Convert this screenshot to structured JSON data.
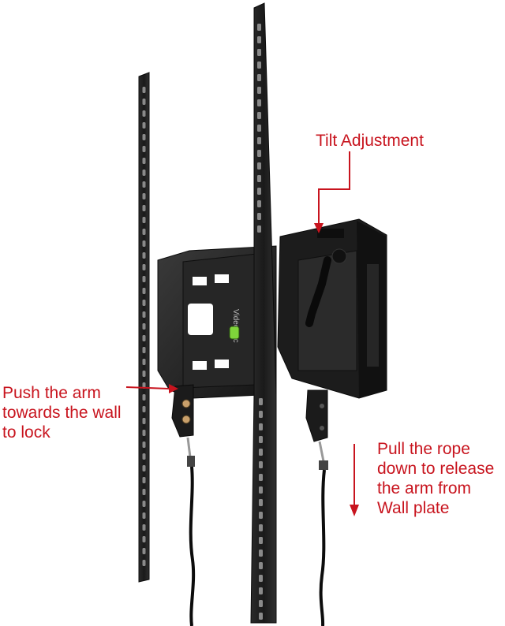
{
  "annotations": {
    "tilt": {
      "lines": [
        "Tilt Adjustment"
      ]
    },
    "push": {
      "lines": [
        "Push the arm",
        "towards the wall",
        "to lock"
      ]
    },
    "pull": {
      "lines": [
        "Pull the rope",
        "down to release",
        "the arm from",
        "Wall plate"
      ]
    }
  },
  "product": {
    "brand_text": "VideoSec"
  },
  "colors": {
    "annotation": "#c8141e",
    "metal": "#1e1e1e",
    "metal_edge": "#3a3a3a",
    "level_bubble": "#7fd43a"
  }
}
